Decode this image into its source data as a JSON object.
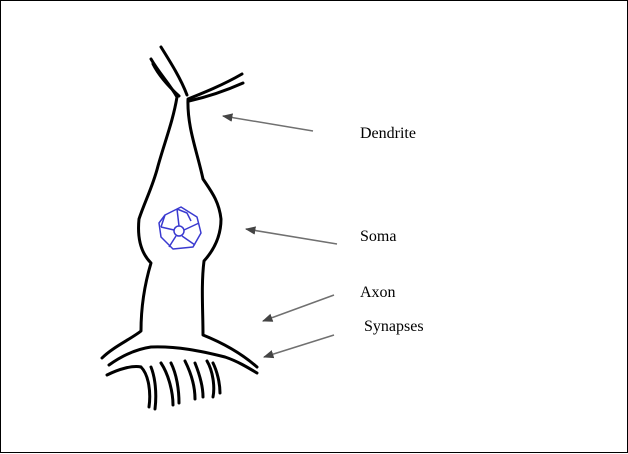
{
  "labels": {
    "dendrite": "Dendrite",
    "soma": "Soma",
    "axon": "Axon",
    "synapses": "Synapses"
  },
  "colors": {
    "outline": "#000000",
    "nucleus": "#3a3ad0",
    "arrow": "#6a6a6a",
    "background": "#ffffff"
  },
  "icons": {
    "arrowheads": "arrowhead-icon"
  }
}
